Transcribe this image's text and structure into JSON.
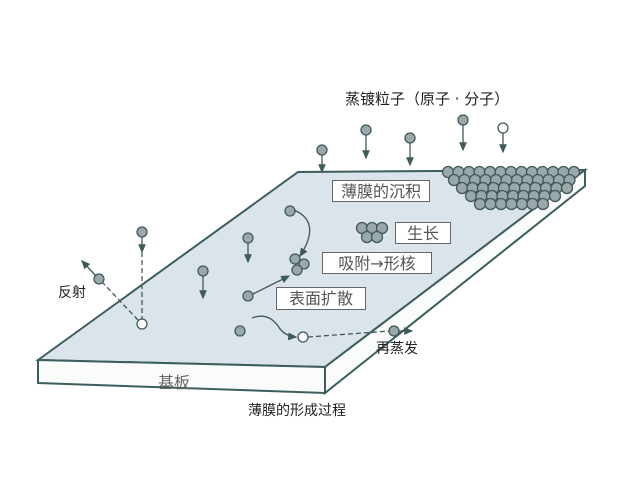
{
  "title": "蒸镀粒子（原子 · 分子）",
  "caption": "薄膜的形成过程",
  "labels": {
    "deposition": "薄膜的沉积",
    "growth": "生长",
    "nucleation": "吸附→形核",
    "diffusion": "表面扩散",
    "reflection": "反射",
    "reevaporation": "再蒸发",
    "substrate": "基板"
  },
  "colors": {
    "surface": "#dde6ec",
    "edge": "#3d5e5e",
    "particle": "#9aa8ac",
    "stroke": "#3f5a5a"
  }
}
